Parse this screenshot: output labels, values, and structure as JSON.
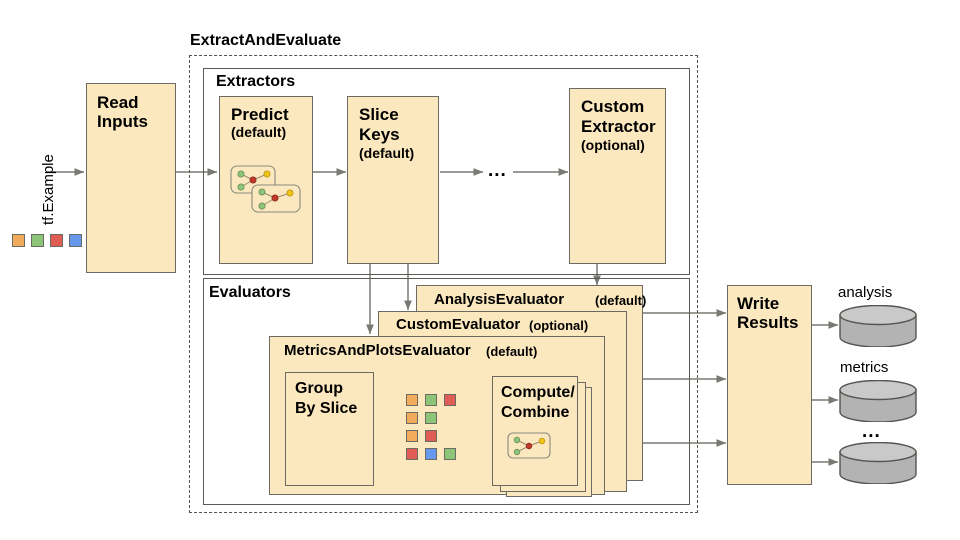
{
  "diagram": {
    "title_group": "ExtractAndEvaluate",
    "input_label": "tf.Example",
    "read_inputs": "Read Inputs",
    "extractors_label": "Extractors",
    "evaluators_label": "Evaluators",
    "ellipsis": "...",
    "write_results": "Write Results"
  },
  "extractors": [
    {
      "name": "Predict",
      "qualifier": "(default)",
      "has_icon": true
    },
    {
      "name": "Slice\nKeys",
      "line1": "Slice",
      "line2": "Keys",
      "qualifier": "(default)",
      "has_icon": false
    },
    {
      "name": "Custom Extractor",
      "line1": "Custom",
      "line2": "Extractor",
      "qualifier": "(optional)",
      "has_icon": false
    }
  ],
  "evaluators": [
    {
      "name": "AnalysisEvaluator",
      "qualifier": "(default)"
    },
    {
      "name": "CustomEvaluator",
      "qualifier": "(optional)"
    },
    {
      "name": "MetricsAndPlotsEvaluator",
      "qualifier": "(default)"
    }
  ],
  "metrics_internals": {
    "group_by_slice_line1": "Group",
    "group_by_slice_line2": "By Slice",
    "compute_line1": "Compute/",
    "compute_line2": "Combine"
  },
  "slice_rows": [
    [
      "orange",
      "green",
      "red"
    ],
    [
      "orange",
      "green"
    ],
    [
      "orange",
      "red"
    ],
    [
      "red",
      "blue",
      "green"
    ]
  ],
  "input_chips": [
    "orange",
    "green",
    "red",
    "blue"
  ],
  "outputs": [
    {
      "label": "analysis"
    },
    {
      "label": "metrics"
    },
    {
      "label": "..."
    }
  ],
  "colors": {
    "orange": "#f2ab5b",
    "green": "#8cc578",
    "red": "#e05d55",
    "blue": "#6699ee",
    "box_fill": "#fce8bf",
    "box_stroke": "#6b6b63",
    "cylinder_fill": "#b3b3b3",
    "cylinder_stroke": "#55554f",
    "arrow": "#7a7a74",
    "text": "#000000"
  }
}
